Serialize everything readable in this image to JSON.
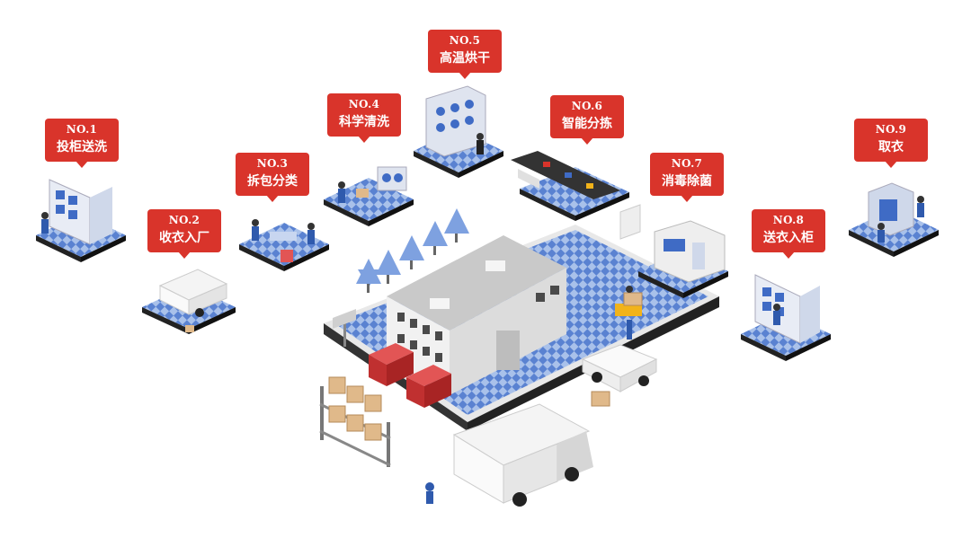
{
  "steps": [
    {
      "no": "NO.1",
      "name": "投柜送洗"
    },
    {
      "no": "NO.2",
      "name": "收衣入厂"
    },
    {
      "no": "NO.3",
      "name": "拆包分类"
    },
    {
      "no": "NO.4",
      "name": "科学清洗"
    },
    {
      "no": "NO.5",
      "name": "高温烘干"
    },
    {
      "no": "NO.6",
      "name": "智能分拣"
    },
    {
      "no": "NO.7",
      "name": "消毒除菌"
    },
    {
      "no": "NO.8",
      "name": "送衣入柜"
    },
    {
      "no": "NO.9",
      "name": "取衣"
    }
  ],
  "colors": {
    "label_bg": "#d9342b",
    "platform_light": "#a9c1ea",
    "platform_dark": "#3f6bc5",
    "building": "#eeeeee",
    "tree": "#7ea1e0"
  }
}
